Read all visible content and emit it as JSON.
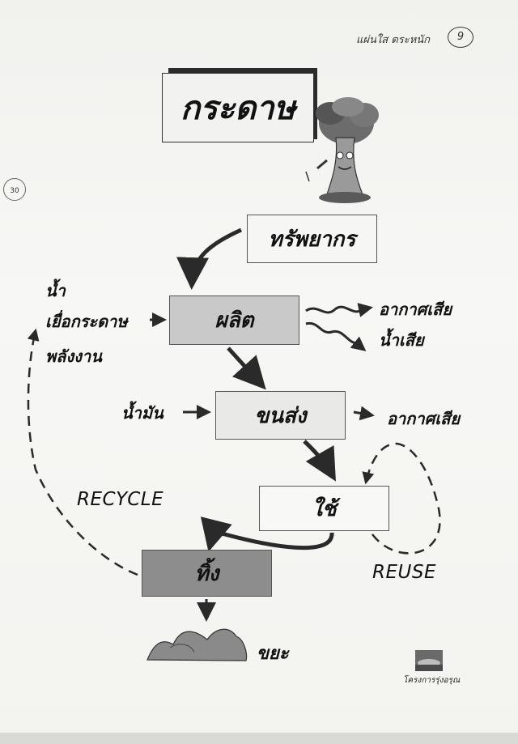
{
  "header": {
    "title": "แผ่นใส ตระหนัก",
    "page_number": "9",
    "side_number": "30"
  },
  "diagram": {
    "main_title": "กระดาษ",
    "nodes": {
      "resource": "ทรัพยากร",
      "produce": "ผลิต",
      "transport": "ขนส่ง",
      "use": "ใช้",
      "discard": "ทิ้ง"
    },
    "inputs": {
      "water": "น้ำ",
      "pulp": "เยื่อกระดาษ",
      "energy": "พลังงาน",
      "oil": "น้ำมัน"
    },
    "outputs": {
      "air_pollution_1": "อากาศเสีย",
      "water_pollution": "น้ำเสีย",
      "air_pollution_2": "อากาศเสีย",
      "waste": "ขยะ"
    },
    "loops": {
      "recycle": "RECYCLE",
      "reuse": "REUSE"
    }
  },
  "footer": {
    "logo_text": "โครงการรุ่งอรุณ"
  },
  "colors": {
    "produce_fill": "#c9c9c9",
    "discard_fill": "#8d8d8d",
    "arrow": "#2a2a2a"
  }
}
